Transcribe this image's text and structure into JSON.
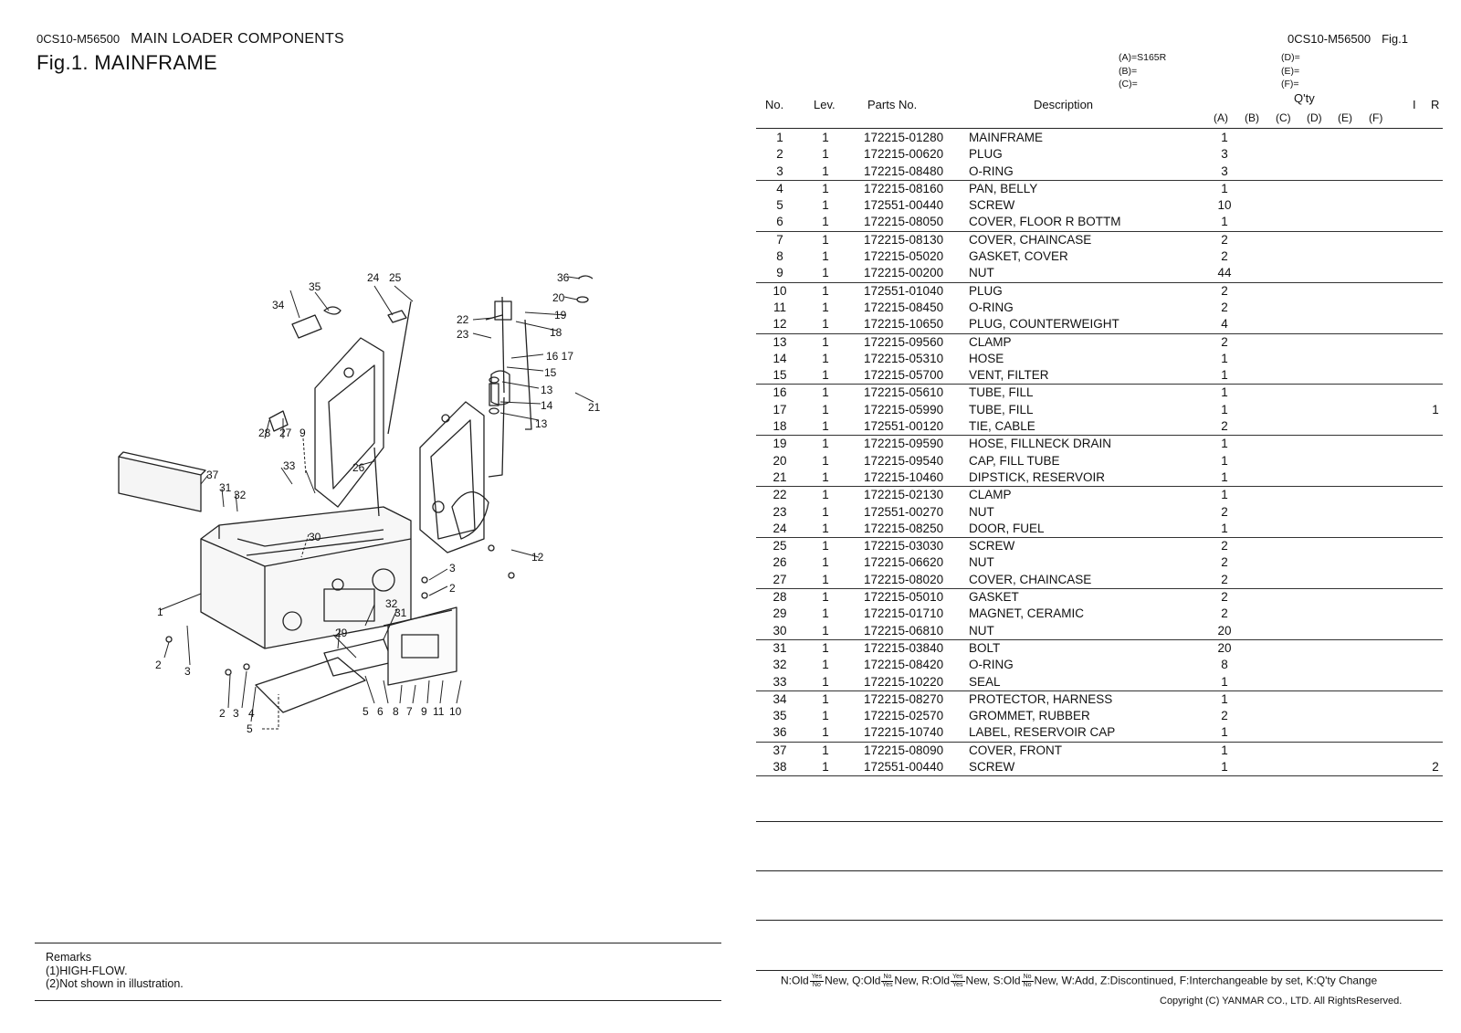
{
  "header": {
    "code": "0CS10-M56500",
    "subtitle": "MAIN LOADER COMPONENTS",
    "fig_title": "Fig.1.  MAINFRAME",
    "right_code": "0CS10-M56500",
    "right_fig": "Fig.1"
  },
  "models": {
    "a": "(A)=S165R",
    "b": "(B)=",
    "c": "(C)=",
    "d": "(D)=",
    "e": "(E)=",
    "f": "(F)="
  },
  "table": {
    "headers": {
      "no": "No.",
      "lev": "Lev.",
      "part_no": "Parts No.",
      "description": "Description",
      "qty": "Q'ty",
      "i": "I",
      "r": "R",
      "cols": [
        "(A)",
        "(B)",
        "(C)",
        "(D)",
        "(E)",
        "(F)"
      ]
    },
    "groups": [
      [
        {
          "no": "1",
          "lev": "1",
          "pn": "172215-01280",
          "desc": "MAINFRAME",
          "qa": "1",
          "i": "",
          "r": ""
        },
        {
          "no": "2",
          "lev": "1",
          "pn": "172215-00620",
          "desc": "PLUG",
          "qa": "3",
          "i": "",
          "r": ""
        },
        {
          "no": "3",
          "lev": "1",
          "pn": "172215-08480",
          "desc": "O-RING",
          "qa": "3",
          "i": "",
          "r": ""
        }
      ],
      [
        {
          "no": "4",
          "lev": "1",
          "pn": "172215-08160",
          "desc": "PAN, BELLY",
          "qa": "1",
          "i": "",
          "r": ""
        },
        {
          "no": "5",
          "lev": "1",
          "pn": "172551-00440",
          "desc": "SCREW",
          "qa": "10",
          "i": "",
          "r": ""
        },
        {
          "no": "6",
          "lev": "1",
          "pn": "172215-08050",
          "desc": "COVER, FLOOR R BOTTM",
          "qa": "1",
          "i": "",
          "r": ""
        }
      ],
      [
        {
          "no": "7",
          "lev": "1",
          "pn": "172215-08130",
          "desc": "COVER, CHAINCASE",
          "qa": "2",
          "i": "",
          "r": ""
        },
        {
          "no": "8",
          "lev": "1",
          "pn": "172215-05020",
          "desc": "GASKET, COVER",
          "qa": "2",
          "i": "",
          "r": ""
        },
        {
          "no": "9",
          "lev": "1",
          "pn": "172215-00200",
          "desc": "NUT",
          "qa": "44",
          "i": "",
          "r": ""
        }
      ],
      [
        {
          "no": "10",
          "lev": "1",
          "pn": "172551-01040",
          "desc": "PLUG",
          "qa": "2",
          "i": "",
          "r": ""
        },
        {
          "no": "11",
          "lev": "1",
          "pn": "172215-08450",
          "desc": "O-RING",
          "qa": "2",
          "i": "",
          "r": ""
        },
        {
          "no": "12",
          "lev": "1",
          "pn": "172215-10650",
          "desc": "PLUG, COUNTERWEIGHT",
          "qa": "4",
          "i": "",
          "r": ""
        }
      ],
      [
        {
          "no": "13",
          "lev": "1",
          "pn": "172215-09560",
          "desc": "CLAMP",
          "qa": "2",
          "i": "",
          "r": ""
        },
        {
          "no": "14",
          "lev": "1",
          "pn": "172215-05310",
          "desc": "HOSE",
          "qa": "1",
          "i": "",
          "r": ""
        },
        {
          "no": "15",
          "lev": "1",
          "pn": "172215-05700",
          "desc": "VENT, FILTER",
          "qa": "1",
          "i": "",
          "r": ""
        }
      ],
      [
        {
          "no": "16",
          "lev": "1",
          "pn": "172215-05610",
          "desc": "TUBE, FILL",
          "qa": "1",
          "i": "",
          "r": ""
        },
        {
          "no": "17",
          "lev": "1",
          "pn": "172215-05990",
          "desc": "TUBE, FILL",
          "qa": "1",
          "i": "",
          "r": "1"
        },
        {
          "no": "18",
          "lev": "1",
          "pn": "172551-00120",
          "desc": "TIE, CABLE",
          "qa": "2",
          "i": "",
          "r": ""
        }
      ],
      [
        {
          "no": "19",
          "lev": "1",
          "pn": "172215-09590",
          "desc": "HOSE, FILLNECK DRAIN",
          "qa": "1",
          "i": "",
          "r": ""
        },
        {
          "no": "20",
          "lev": "1",
          "pn": "172215-09540",
          "desc": "CAP, FILL TUBE",
          "qa": "1",
          "i": "",
          "r": ""
        },
        {
          "no": "21",
          "lev": "1",
          "pn": "172215-10460",
          "desc": "DIPSTICK, RESERVOIR",
          "qa": "1",
          "i": "",
          "r": ""
        }
      ],
      [
        {
          "no": "22",
          "lev": "1",
          "pn": "172215-02130",
          "desc": "CLAMP",
          "qa": "1",
          "i": "",
          "r": ""
        },
        {
          "no": "23",
          "lev": "1",
          "pn": "172551-00270",
          "desc": "NUT",
          "qa": "2",
          "i": "",
          "r": ""
        },
        {
          "no": "24",
          "lev": "1",
          "pn": "172215-08250",
          "desc": "DOOR, FUEL",
          "qa": "1",
          "i": "",
          "r": ""
        }
      ],
      [
        {
          "no": "25",
          "lev": "1",
          "pn": "172215-03030",
          "desc": "SCREW",
          "qa": "2",
          "i": "",
          "r": ""
        },
        {
          "no": "26",
          "lev": "1",
          "pn": "172215-06620",
          "desc": "NUT",
          "qa": "2",
          "i": "",
          "r": ""
        },
        {
          "no": "27",
          "lev": "1",
          "pn": "172215-08020",
          "desc": "COVER, CHAINCASE",
          "qa": "2",
          "i": "",
          "r": ""
        }
      ],
      [
        {
          "no": "28",
          "lev": "1",
          "pn": "172215-05010",
          "desc": "GASKET",
          "qa": "2",
          "i": "",
          "r": ""
        },
        {
          "no": "29",
          "lev": "1",
          "pn": "172215-01710",
          "desc": "MAGNET, CERAMIC",
          "qa": "2",
          "i": "",
          "r": ""
        },
        {
          "no": "30",
          "lev": "1",
          "pn": "172215-06810",
          "desc": "NUT",
          "qa": "20",
          "i": "",
          "r": ""
        }
      ],
      [
        {
          "no": "31",
          "lev": "1",
          "pn": "172215-03840",
          "desc": "BOLT",
          "qa": "20",
          "i": "",
          "r": ""
        },
        {
          "no": "32",
          "lev": "1",
          "pn": "172215-08420",
          "desc": "O-RING",
          "qa": "8",
          "i": "",
          "r": ""
        },
        {
          "no": "33",
          "lev": "1",
          "pn": "172215-10220",
          "desc": "SEAL",
          "qa": "1",
          "i": "",
          "r": ""
        }
      ],
      [
        {
          "no": "34",
          "lev": "1",
          "pn": "172215-08270",
          "desc": "PROTECTOR,  HARNESS",
          "qa": "1",
          "i": "",
          "r": ""
        },
        {
          "no": "35",
          "lev": "1",
          "pn": "172215-02570",
          "desc": "GROMMET, RUBBER",
          "qa": "2",
          "i": "",
          "r": ""
        },
        {
          "no": "36",
          "lev": "1",
          "pn": "172215-10740",
          "desc": "LABEL, RESERVOIR CAP",
          "qa": "1",
          "i": "",
          "r": ""
        }
      ],
      [
        {
          "no": "37",
          "lev": "1",
          "pn": "172215-08090",
          "desc": "COVER, FRONT",
          "qa": "1",
          "i": "",
          "r": ""
        },
        {
          "no": "38",
          "lev": "1",
          "pn": "172551-00440",
          "desc": "SCREW",
          "qa": "1",
          "i": "",
          "r": "2"
        }
      ]
    ]
  },
  "diagram": {
    "callouts": [
      "1",
      "2",
      "3",
      "4",
      "5",
      "6",
      "7",
      "8",
      "9",
      "10",
      "11",
      "12",
      "13",
      "14",
      "15",
      "16 17",
      "18",
      "19",
      "20",
      "21",
      "22",
      "23",
      "24",
      "25",
      "26",
      "27",
      "28",
      "29",
      "30",
      "31",
      "32",
      "33",
      "34",
      "35",
      "36",
      "37"
    ]
  },
  "remarks": {
    "title": "Remarks",
    "lines": [
      "(1)HIGH-FLOW.",
      "(2)Not shown in illustration."
    ]
  },
  "legend": {
    "n": "N:Old",
    "q": ", Q:Old",
    "r": ", R:Old",
    "s": ", S:Old",
    "new": "New",
    "yes": "Yes",
    "no": "No",
    "tail": ", W:Add, Z:Discontinued, F:Interchangeable by set, K:Q'ty Change"
  },
  "copyright": "Copyright (C)  YANMAR CO., LTD. All RightsReserved."
}
